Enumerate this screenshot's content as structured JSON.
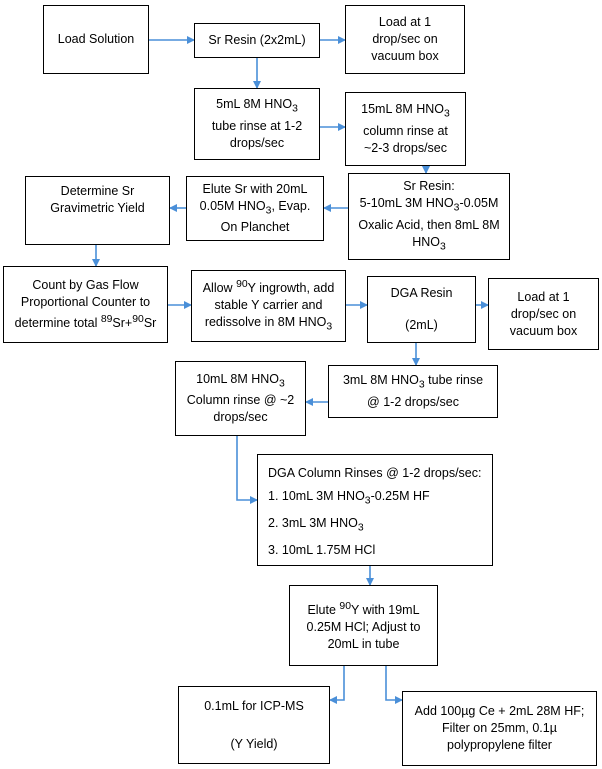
{
  "colors": {
    "arrow": "#4a8fd8",
    "border": "#000000"
  },
  "boxes": {
    "load_solution": {
      "lines": [
        "Load Solution"
      ]
    },
    "sr_resin": {
      "lines": [
        "Sr Resin (2x2mL)"
      ]
    },
    "load_sr": {
      "lines": [
        "Load at 1",
        "drop/sec on",
        "vacuum box"
      ]
    },
    "tube_rinse_sr": {
      "pre": "5mL 8M HNO",
      "sub": "3",
      "post": "",
      "lines": [
        "tube rinse at 1-2",
        "drops/sec"
      ]
    },
    "column_rinse_sr": {
      "pre": "15mL 8M HNO",
      "sub": "3",
      "post": "",
      "lines": [
        "column rinse at",
        "~2-3 drops/sec"
      ]
    },
    "sr_resin_elution": {
      "line1": "Sr Resin:",
      "l2_pre": "5-10mL 3M HNO",
      "l2_sub": "3",
      "l2_post": "-0.05M",
      "line3": "Oxalic Acid, then 8mL 8M",
      "l4_pre": "HNO",
      "l4_sub": "3"
    },
    "elute_sr": {
      "line1": "Elute Sr with 20mL",
      "l2_pre": "0.05M HNO",
      "l2_sub": "3",
      "l2_post": ", Evap.",
      "line3": "On Planchet"
    },
    "gravimetric": {
      "lines": [
        "Determine Sr",
        "Gravimetric Yield"
      ]
    },
    "gas_flow": {
      "line1": "Count by Gas Flow",
      "line2": "Proportional Counter to",
      "l3_pre": "determine total ",
      "l3_sup1": "89",
      "l3_mid": "Sr+",
      "l3_sup2": "90",
      "l3_post": "Sr"
    },
    "y_ingrowth": {
      "l1_pre": "Allow ",
      "l1_sup": "90",
      "l1_post": "Y ingrowth, add",
      "line2": "stable Y carrier and",
      "l3_pre": "redissolve in 8M HNO",
      "l3_sub": "3"
    },
    "dga_resin": {
      "line1": "DGA Resin",
      "line2": "(2mL)"
    },
    "load_dga": {
      "lines": [
        "Load at 1",
        "drop/sec on",
        "vacuum box"
      ]
    },
    "tube_rinse_dga": {
      "pre": "3mL 8M HNO",
      "sub": "3",
      "post": " tube rinse",
      "line2": "@ 1-2 drops/sec"
    },
    "column_rinse_dga": {
      "pre": "10mL 8M HNO",
      "sub": "3",
      "lines": [
        "Column rinse @ ~2",
        "drops/sec"
      ]
    },
    "dga_rinses": {
      "title": "DGA Column Rinses @ 1-2 drops/sec:",
      "r1_pre": "1. 10mL 3M HNO",
      "r1_sub": "3",
      "r1_post": "-0.25M HF",
      "r2_pre": "2. 3mL 3M HNO",
      "r2_sub": "3",
      "r3": "3. 10mL 1.75M HCl"
    },
    "elute_y": {
      "l1_pre": "Elute ",
      "l1_sup": "90",
      "l1_post": "Y with 19mL",
      "line2": "0.25M HCl; Adjust to",
      "line3": "20mL in tube"
    },
    "icp_ms": {
      "line1": "0.1mL for ICP-MS",
      "line2": "(Y Yield)"
    },
    "ce_filter": {
      "lines": [
        "Add 100µg Ce + 2mL 28M HF;",
        "Filter on 25mm, 0.1µ",
        "polypropylene filter"
      ]
    }
  }
}
